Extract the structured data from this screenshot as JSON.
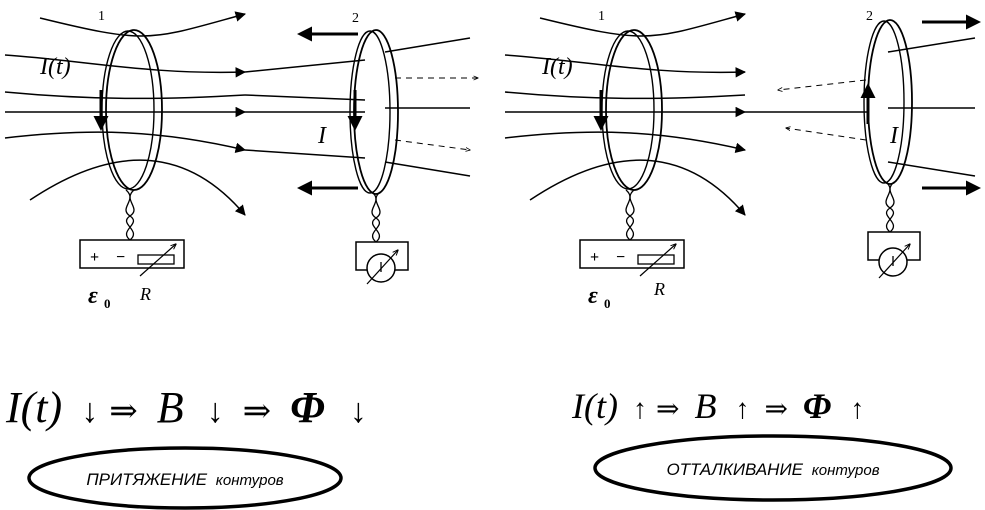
{
  "left": {
    "loop1_number": "1",
    "loop2_number": "2",
    "source_current": "I(t)",
    "induced_current": "I",
    "emf_symbol": "ε",
    "emf_subscript": "0",
    "resistor_label": "R",
    "plus": "+",
    "minus": "−",
    "formula": {
      "a": "I(t)",
      "a_arrow": "↓",
      "imp1": "⇒",
      "b": "B",
      "b_arrow": "↓",
      "imp2": "⇒",
      "c": "Φ",
      "c_arrow": "↓"
    },
    "result_main": "ПРИТЯЖЕНИЕ",
    "result_tail": "контуров"
  },
  "right": {
    "loop1_number": "1",
    "loop2_number": "2",
    "source_current": "I(t)",
    "induced_current": "I",
    "emf_symbol": "ε",
    "emf_subscript": "0",
    "resistor_label": "R",
    "plus": "+",
    "minus": "−",
    "formula": {
      "a": "I(t)",
      "a_arrow": "↑",
      "imp1": "⇒",
      "b": "B",
      "b_arrow": "↑",
      "imp2": "⇒",
      "c": "Φ",
      "c_arrow": "↑"
    },
    "result_main": "ОТТАЛКИВАНИЕ",
    "result_tail": "контуров"
  }
}
